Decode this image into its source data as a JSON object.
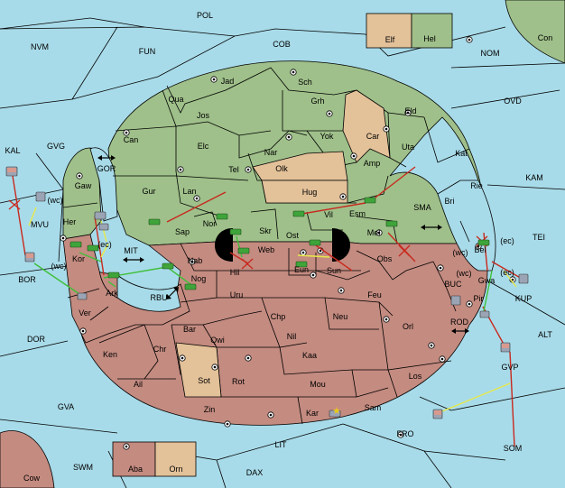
{
  "board": {
    "title": ""
  },
  "colors": {
    "sea": "#a8dbe9",
    "green_power": "#9fc08a",
    "red_power": "#c48b80",
    "neutral": "#e3c199",
    "order_red": "#c8291e",
    "order_green": "#3fbf3a",
    "order_yellow": "#e7e84a"
  },
  "sea_regions": [
    {
      "id": "POL",
      "label": "POL"
    },
    {
      "id": "NVM",
      "label": "NVM"
    },
    {
      "id": "FUN",
      "label": "FUN"
    },
    {
      "id": "COB",
      "label": "COB"
    },
    {
      "id": "NOM",
      "label": "NOM"
    },
    {
      "id": "Con",
      "label": "Con"
    },
    {
      "id": "OVD",
      "label": "OVD"
    },
    {
      "id": "KAL",
      "label": "KAL"
    },
    {
      "id": "GVG",
      "label": "GVG"
    },
    {
      "id": "KAM",
      "label": "KAM"
    },
    {
      "id": "GOR",
      "label": "GOR"
    },
    {
      "id": "MVU",
      "label": "MVU"
    },
    {
      "id": "SMA",
      "label": "SMA"
    },
    {
      "id": "TEI",
      "label": "TEI"
    },
    {
      "id": "MIT",
      "label": "MIT"
    },
    {
      "id": "BOR",
      "label": "BOR"
    },
    {
      "id": "KUP",
      "label": "KUP"
    },
    {
      "id": "BUC",
      "label": "BUC"
    },
    {
      "id": "RBU",
      "label": "RBU"
    },
    {
      "id": "ROD",
      "label": "ROD"
    },
    {
      "id": "ALT",
      "label": "ALT"
    },
    {
      "id": "DOR",
      "label": "DOR"
    },
    {
      "id": "GVP",
      "label": "GVP"
    },
    {
      "id": "GVA",
      "label": "GVA"
    },
    {
      "id": "FRO",
      "label": "FRO"
    },
    {
      "id": "LIT",
      "label": "LIT"
    },
    {
      "id": "SWM",
      "label": "SWM"
    },
    {
      "id": "DAX",
      "label": "DAX"
    },
    {
      "id": "SOM",
      "label": "SOM"
    },
    {
      "id": "Cow",
      "label": "Cow"
    }
  ],
  "green_regions": [
    {
      "id": "Jad",
      "label": "Jad"
    },
    {
      "id": "Sch",
      "label": "Sch"
    },
    {
      "id": "Qua",
      "label": "Qua"
    },
    {
      "id": "Grh",
      "label": "Grh"
    },
    {
      "id": "Jos",
      "label": "Jos"
    },
    {
      "id": "Eld",
      "label": "Eld"
    },
    {
      "id": "Can",
      "label": "Can"
    },
    {
      "id": "Yok",
      "label": "Yok"
    },
    {
      "id": "Elc",
      "label": "Elc"
    },
    {
      "id": "Nar",
      "label": "Nar"
    },
    {
      "id": "Uta",
      "label": "Uta"
    },
    {
      "id": "Kat",
      "label": "Kat"
    },
    {
      "id": "Tel",
      "label": "Tel"
    },
    {
      "id": "Amp",
      "label": "Amp"
    },
    {
      "id": "Gur",
      "label": "Gur"
    },
    {
      "id": "Lan",
      "label": "Lan"
    },
    {
      "id": "Rie",
      "label": "Rie"
    },
    {
      "id": "Gaw",
      "label": "Gaw"
    },
    {
      "id": "Bri",
      "label": "Bri"
    },
    {
      "id": "Esm",
      "label": "Esm"
    },
    {
      "id": "Vil",
      "label": "Vil"
    },
    {
      "id": "Her",
      "label": "Her"
    },
    {
      "id": "Sap",
      "label": "Sap"
    },
    {
      "id": "Nor",
      "label": "Nor"
    },
    {
      "id": "Skr",
      "label": "Skr"
    },
    {
      "id": "Ost",
      "label": "Ost"
    },
    {
      "id": "Mel",
      "label": "Mel"
    },
    {
      "id": "Web",
      "label": "Web"
    },
    {
      "id": "Bel",
      "label": "Bel"
    },
    {
      "id": "Hel",
      "label": "Hel"
    }
  ],
  "red_regions": [
    {
      "id": "Kor",
      "label": "Kor"
    },
    {
      "id": "Nab",
      "label": "Nab"
    },
    {
      "id": "Hil",
      "label": "Hil"
    },
    {
      "id": "Eun",
      "label": "Eun"
    },
    {
      "id": "Sun",
      "label": "Sun"
    },
    {
      "id": "Obs",
      "label": "Obs"
    },
    {
      "id": "Gwa",
      "label": "Gwa"
    },
    {
      "id": "Nog",
      "label": "Nog"
    },
    {
      "id": "Ark",
      "label": "Ark"
    },
    {
      "id": "Uru",
      "label": "Uru"
    },
    {
      "id": "Feu",
      "label": "Feu"
    },
    {
      "id": "Pir",
      "label": "Pir"
    },
    {
      "id": "Ver",
      "label": "Ver"
    },
    {
      "id": "Chp",
      "label": "Chp"
    },
    {
      "id": "Neu",
      "label": "Neu"
    },
    {
      "id": "Orl",
      "label": "Orl"
    },
    {
      "id": "Bar",
      "label": "Bar"
    },
    {
      "id": "Qwi",
      "label": "Qwi"
    },
    {
      "id": "Nil",
      "label": "Nil"
    },
    {
      "id": "Ken",
      "label": "Ken"
    },
    {
      "id": "Chr",
      "label": "Chr"
    },
    {
      "id": "Kaa",
      "label": "Kaa"
    },
    {
      "id": "Los",
      "label": "Los"
    },
    {
      "id": "Ail",
      "label": "Ail"
    },
    {
      "id": "Rot",
      "label": "Rot"
    },
    {
      "id": "Mou",
      "label": "Mou"
    },
    {
      "id": "Zin",
      "label": "Zin"
    },
    {
      "id": "Kar",
      "label": "Kar"
    },
    {
      "id": "Sam",
      "label": "Sam"
    },
    {
      "id": "Aba",
      "label": "Aba"
    }
  ],
  "neutral_regions": [
    {
      "id": "Car",
      "label": "Car"
    },
    {
      "id": "Olk",
      "label": "Olk"
    },
    {
      "id": "Hug",
      "label": "Hug"
    },
    {
      "id": "Sot",
      "label": "Sot"
    },
    {
      "id": "Elf",
      "label": "Elf"
    },
    {
      "id": "Orn",
      "label": "Orn"
    }
  ],
  "coast_tags": [
    {
      "id": "wc_mvu",
      "label": "(wc)"
    },
    {
      "id": "ec_gor",
      "label": "(ec)"
    },
    {
      "id": "wc_kor",
      "label": "(wc)"
    },
    {
      "id": "wc_bel",
      "label": "(wc)"
    },
    {
      "id": "ec_bel",
      "label": "(ec)"
    },
    {
      "id": "wc_gwa",
      "label": "(wc)"
    },
    {
      "id": "ec_gwa",
      "label": "(ec)"
    }
  ],
  "passages": [
    {
      "id": "gor",
      "icon": "double-arrow-icon"
    },
    {
      "id": "mit",
      "icon": "double-arrow-icon"
    },
    {
      "id": "sma",
      "icon": "double-arrow-icon"
    },
    {
      "id": "rod",
      "icon": "double-arrow-icon"
    },
    {
      "id": "rbu",
      "icon": "diagonal-arrow-icon"
    }
  ]
}
